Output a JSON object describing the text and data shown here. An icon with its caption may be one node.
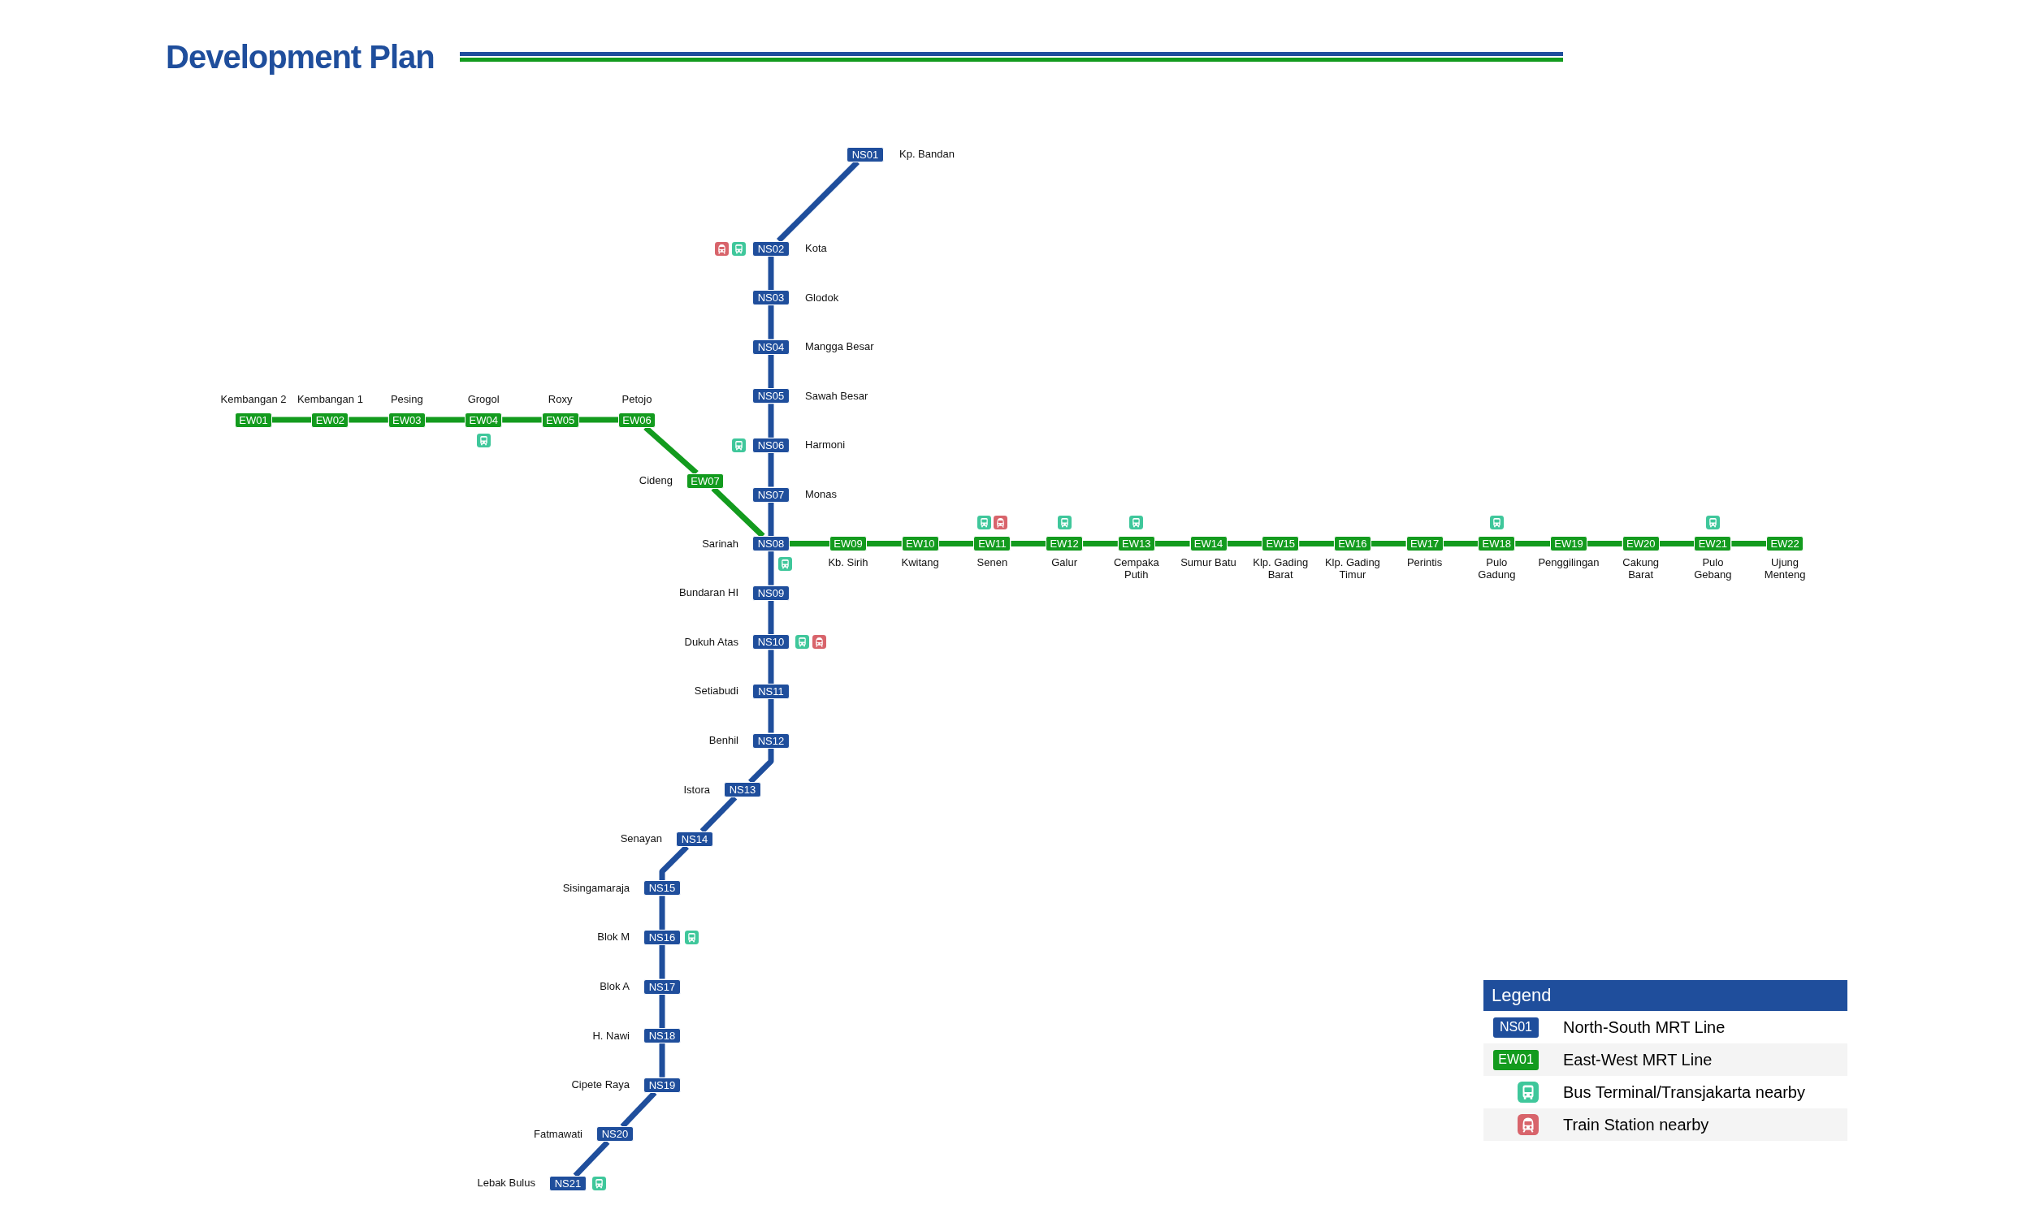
{
  "diagram": {
    "title": "Development Plan",
    "nodes": [
      {
        "text": [
          "NS01"
        ],
        "beside": [
          "Kp. Bandan"
        ]
      },
      {
        "text": [
          "NS02"
        ],
        "beside": [
          "Kota"
        ]
      },
      {
        "text": [
          "NS03"
        ],
        "beside": [
          "Glodok"
        ]
      },
      {
        "text": [
          "NS04"
        ],
        "beside": [
          "Mangga Besar"
        ]
      },
      {
        "text": [
          "NS05"
        ],
        "beside": [
          "Sawah Besar"
        ]
      },
      {
        "text": [
          "NS06"
        ],
        "beside": [
          "Harmoni"
        ]
      },
      {
        "text": [
          "NS07"
        ],
        "beside": [
          "Monas"
        ]
      },
      {
        "text": [
          "NS08"
        ],
        "beside": [
          "Sarinah"
        ]
      },
      {
        "text": [
          "NS09"
        ],
        "beside": [
          "Bundaran HI"
        ]
      },
      {
        "text": [
          "NS10"
        ],
        "beside": [
          "Dukuh Atas"
        ]
      },
      {
        "text": [
          "NS11"
        ],
        "beside": [
          "Setiabudi"
        ]
      },
      {
        "text": [
          "NS12"
        ],
        "beside": [
          "Benhil"
        ]
      },
      {
        "text": [
          "NS13"
        ],
        "beside": [
          "Istora"
        ]
      },
      {
        "text": [
          "NS14"
        ],
        "beside": [
          "Senayan"
        ]
      },
      {
        "text": [
          "NS15"
        ],
        "beside": [
          "Sisingamaraja"
        ]
      },
      {
        "text": [
          "NS16"
        ],
        "beside": [
          "Blok M"
        ]
      },
      {
        "text": [
          "NS17"
        ],
        "beside": [
          "Blok A"
        ]
      },
      {
        "text": [
          "NS18"
        ],
        "beside": [
          "H. Nawi"
        ]
      },
      {
        "text": [
          "NS19"
        ],
        "beside": [
          "Cipete Raya"
        ]
      },
      {
        "text": [
          "NS20"
        ],
        "beside": [
          "Fatmawati"
        ]
      },
      {
        "text": [
          "NS21"
        ],
        "beside": [
          "Lebak Bulus"
        ]
      },
      {
        "text": [
          "EW01"
        ],
        "beside": [
          "Kembangan 2"
        ]
      },
      {
        "text": [
          "EW02"
        ],
        "beside": [
          "Kembangan 1"
        ]
      },
      {
        "text": [
          "EW03"
        ],
        "beside": [
          "Pesing"
        ]
      },
      {
        "text": [
          "EW04"
        ],
        "beside": [
          "Grogol"
        ]
      },
      {
        "text": [
          "EW05"
        ],
        "beside": [
          "Roxy"
        ]
      },
      {
        "text": [
          "EW06"
        ],
        "beside": [
          "Petojo"
        ]
      },
      {
        "text": [
          "EW07"
        ],
        "beside": [
          "Cideng"
        ]
      },
      {
        "text": [
          "EW09"
        ],
        "beside": [
          "Kb. Sirih"
        ]
      },
      {
        "text": [
          "EW10"
        ],
        "beside": [
          "Kwitang"
        ]
      },
      {
        "text": [
          "EW11"
        ],
        "beside": [
          "Senen"
        ]
      },
      {
        "text": [
          "EW12"
        ],
        "beside": [
          "Galur"
        ]
      },
      {
        "text": [
          "EW13"
        ],
        "beside": [
          "Cempaka Putih"
        ]
      },
      {
        "text": [
          "EW14"
        ],
        "beside": [
          "Sumur Batu"
        ]
      },
      {
        "text": [
          "EW15"
        ],
        "beside": [
          "Klp. Gading Barat"
        ]
      },
      {
        "text": [
          "EW16"
        ],
        "beside": [
          "Klp. Gading Timur"
        ]
      },
      {
        "text": [
          "EW17"
        ],
        "beside": [
          "Perintis"
        ]
      },
      {
        "text": [
          "EW18"
        ],
        "beside": [
          "Pulo Gadung"
        ]
      },
      {
        "text": [
          "EW19"
        ],
        "beside": [
          "Penggilingan"
        ]
      },
      {
        "text": [
          "EW20"
        ],
        "beside": [
          "Cakung Barat"
        ]
      },
      {
        "text": [
          "EW21"
        ],
        "beside": [
          "Pulo Gebang"
        ]
      },
      {
        "text": [
          "EW22"
        ],
        "beside": [
          "Ujung Menteng"
        ]
      }
    ],
    "edges": [
      {
        "from": 0,
        "to": 1,
        "arrow": "none",
        "color": "#1f4e9c"
      },
      {
        "from": 1,
        "to": 2,
        "arrow": "none",
        "color": "#1f4e9c"
      },
      {
        "from": 2,
        "to": 3,
        "arrow": "none",
        "color": "#1f4e9c"
      },
      {
        "from": 3,
        "to": 4,
        "arrow": "none",
        "color": "#1f4e9c"
      },
      {
        "from": 4,
        "to": 5,
        "arrow": "none",
        "color": "#1f4e9c"
      },
      {
        "from": 5,
        "to": 6,
        "arrow": "none",
        "color": "#1f4e9c"
      },
      {
        "from": 6,
        "to": 7,
        "arrow": "none",
        "color": "#1f4e9c"
      },
      {
        "from": 7,
        "to": 8,
        "arrow": "none",
        "color": "#1f4e9c"
      },
      {
        "from": 8,
        "to": 9,
        "arrow": "none",
        "color": "#1f4e9c"
      },
      {
        "from": 9,
        "to": 10,
        "arrow": "none",
        "color": "#1f4e9c"
      },
      {
        "from": 10,
        "to": 11,
        "arrow": "none",
        "color": "#1f4e9c"
      },
      {
        "from": 11,
        "to": 12,
        "arrow": "none",
        "color": "#1f4e9c"
      },
      {
        "from": 12,
        "to": 13,
        "arrow": "none",
        "color": "#1f4e9c"
      },
      {
        "from": 13,
        "to": 14,
        "arrow": "none",
        "color": "#1f4e9c"
      },
      {
        "from": 14,
        "to": 15,
        "arrow": "none",
        "color": "#1f4e9c"
      },
      {
        "from": 15,
        "to": 16,
        "arrow": "none",
        "color": "#1f4e9c"
      },
      {
        "from": 16,
        "to": 17,
        "arrow": "none",
        "color": "#1f4e9c"
      },
      {
        "from": 17,
        "to": 18,
        "arrow": "none",
        "color": "#1f4e9c"
      },
      {
        "from": 18,
        "to": 19,
        "arrow": "none",
        "color": "#1f4e9c"
      },
      {
        "from": 19,
        "to": 20,
        "arrow": "none",
        "color": "#1f4e9c"
      },
      {
        "from": 21,
        "to": 22,
        "arrow": "none"
      },
      {
        "from": 22,
        "to": 23,
        "arrow": "none"
      },
      {
        "from": 23,
        "to": 24,
        "arrow": "none"
      },
      {
        "from": 24,
        "to": 25,
        "arrow": "none"
      },
      {
        "from": 25,
        "to": 26,
        "arrow": "none"
      },
      {
        "from": 26,
        "to": 27,
        "arrow": "none"
      },
      {
        "from": 27,
        "to": 7,
        "arrow": "none"
      },
      {
        "from": 7,
        "to": 28,
        "arrow": "none"
      },
      {
        "from": 28,
        "to": 29,
        "arrow": "none"
      },
      {
        "from": 29,
        "to": 30,
        "arrow": "none"
      },
      {
        "from": 30,
        "to": 31,
        "arrow": "none"
      },
      {
        "from": 31,
        "to": 32,
        "arrow": "none"
      },
      {
        "from": 32,
        "to": 33,
        "arrow": "none"
      },
      {
        "from": 33,
        "to": 34,
        "arrow": "none"
      },
      {
        "from": 34,
        "to": 35,
        "arrow": "none"
      },
      {
        "from": 35,
        "to": 36,
        "arrow": "none"
      },
      {
        "from": 36,
        "to": 37,
        "arrow": "none"
      },
      {
        "from": 37,
        "to": 38,
        "arrow": "none"
      },
      {
        "from": 38,
        "to": 39,
        "arrow": "none"
      },
      {
        "from": 39,
        "to": 40,
        "arrow": "none"
      },
      {
        "from": 40,
        "to": 41,
        "arrow": "none"
      }
    ],
    "labels": [
      "Legend",
      "NS01",
      "EW01"
    ],
    "legend": [
      {
        "text": "North-South MRT Line",
        "color": "#1f4e9c"
      },
      {
        "text": "East-West MRT Line",
        "color": "#139b1e"
      },
      {
        "text": "Bus Terminal/Transjakarta nearby"
      },
      {
        "text": "Train Station nearby"
      }
    ]
  }
}
